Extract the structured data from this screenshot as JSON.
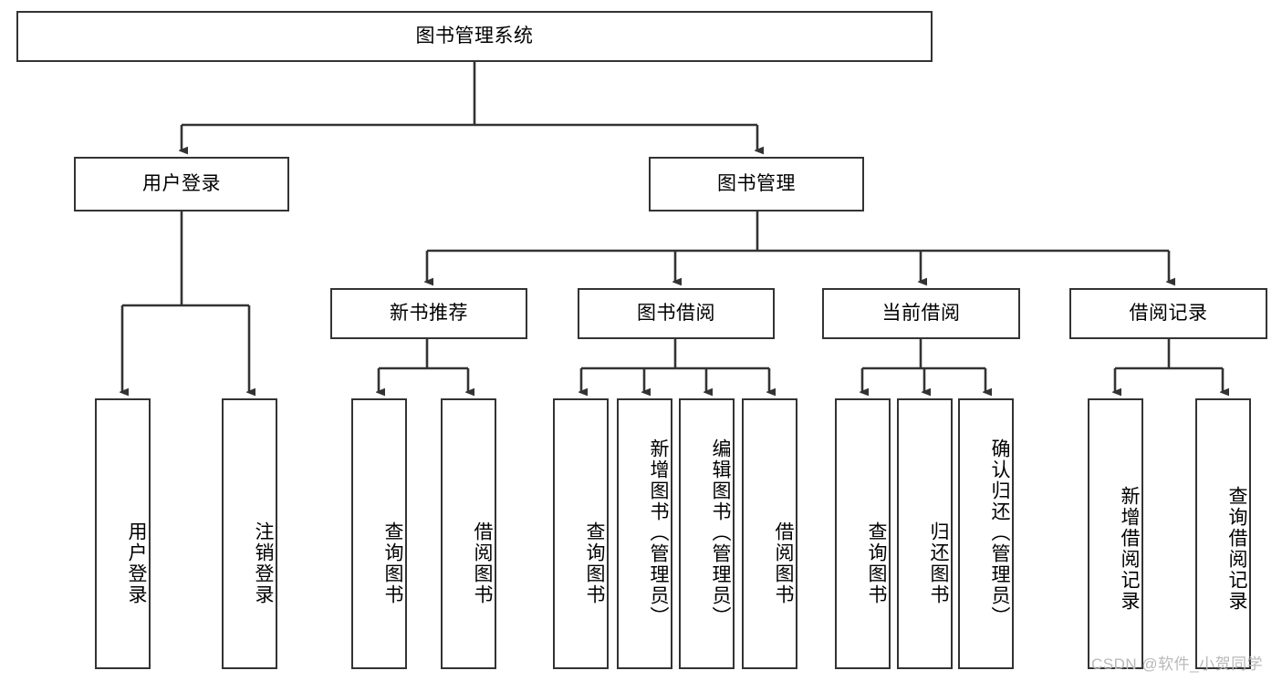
{
  "diagram": {
    "title_node": {
      "label": "图书管理系统"
    },
    "level2": [
      {
        "id": "user-login",
        "label": "用户登录"
      },
      {
        "id": "book-management",
        "label": "图书管理"
      }
    ],
    "level3": [
      {
        "id": "new-book-recommend",
        "label": "新书推荐"
      },
      {
        "id": "book-borrow",
        "label": "图书借阅"
      },
      {
        "id": "current-borrow",
        "label": "当前借阅"
      },
      {
        "id": "borrow-record",
        "label": "借阅记录"
      }
    ],
    "leaves": {
      "user_login": [
        {
          "id": "leaf-user-login",
          "label": "用户登录"
        },
        {
          "id": "leaf-logout-login",
          "label": "注销登录"
        }
      ],
      "new_book_recommend": [
        {
          "id": "leaf-query-book-1",
          "label": "查询图书"
        },
        {
          "id": "leaf-borrow-book-1",
          "label": "借阅图书"
        }
      ],
      "book_borrow": [
        {
          "id": "leaf-query-book-2",
          "label": "查询图书"
        },
        {
          "id": "leaf-add-book",
          "label": "新增图书（管理员）"
        },
        {
          "id": "leaf-edit-book",
          "label": "编辑图书（管理员）"
        },
        {
          "id": "leaf-borrow-book-2",
          "label": "借阅图书"
        }
      ],
      "current_borrow": [
        {
          "id": "leaf-query-book-3",
          "label": "查询图书"
        },
        {
          "id": "leaf-return-book",
          "label": "归还图书"
        },
        {
          "id": "leaf-confirm-return",
          "label": "确认归还（管理员）"
        }
      ],
      "borrow_record": [
        {
          "id": "leaf-add-borrow-record",
          "label": "新增借阅记录"
        },
        {
          "id": "leaf-query-borrow-record",
          "label": "查询借阅记录"
        }
      ]
    },
    "watermark": "CSDN @软件_小贺同学",
    "colors": {
      "stroke": "#333333",
      "fill": "#ffffff",
      "text": "#000000",
      "watermark": "#b9b9b9"
    }
  }
}
